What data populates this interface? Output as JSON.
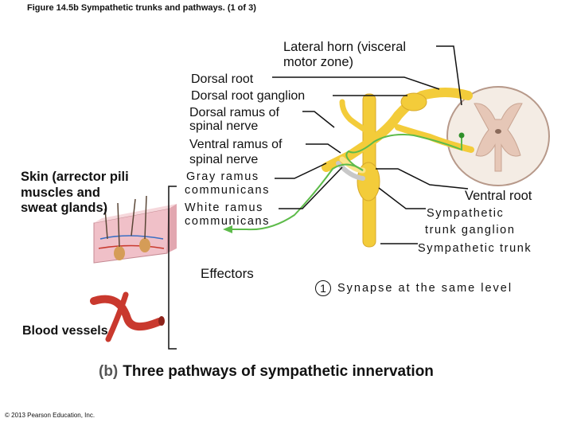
{
  "caption": "Figure 14.5b  Sympathetic trunks and pathways. (1 of 3)",
  "title": {
    "tag": "(b)",
    "text": "Three pathways of sympathetic innervation"
  },
  "copyright": "© 2013 Pearson Education, Inc.",
  "labels": {
    "lateral_horn_1": "Lateral horn (visceral",
    "lateral_horn_2": "motor zone)",
    "dorsal_root": "Dorsal root",
    "dorsal_root_ganglion": "Dorsal root ganglion",
    "dorsal_ramus_1": "Dorsal ramus of",
    "dorsal_ramus_2": "spinal nerve",
    "ventral_ramus_1": "Ventral ramus of",
    "ventral_ramus_2": "spinal nerve",
    "gray_ramus_1": "Gray ramus",
    "gray_ramus_2": "communicans",
    "white_ramus_1": "White ramus",
    "white_ramus_2": "communicans",
    "ventral_root": "Ventral root",
    "trunk_ganglion_1": "Sympathetic",
    "trunk_ganglion_2": "trunk ganglion",
    "sympathetic_trunk": "Sympathetic trunk",
    "skin": "Skin (arrector pili muscles and sweat glands)",
    "effectors": "Effectors",
    "blood_vessels": "Blood vessels"
  },
  "steps": [
    {
      "number": "1",
      "text": "Synapse at the same level"
    }
  ],
  "colors": {
    "nerve": "#f3cc3a",
    "nerve_light": "#fae58c",
    "pathway": "#5dbb4a",
    "cord_gray": "#e6c7b7",
    "cord_white": "#f4ece4",
    "vessel": "#c9392e",
    "skin": "#f0c0c8"
  }
}
